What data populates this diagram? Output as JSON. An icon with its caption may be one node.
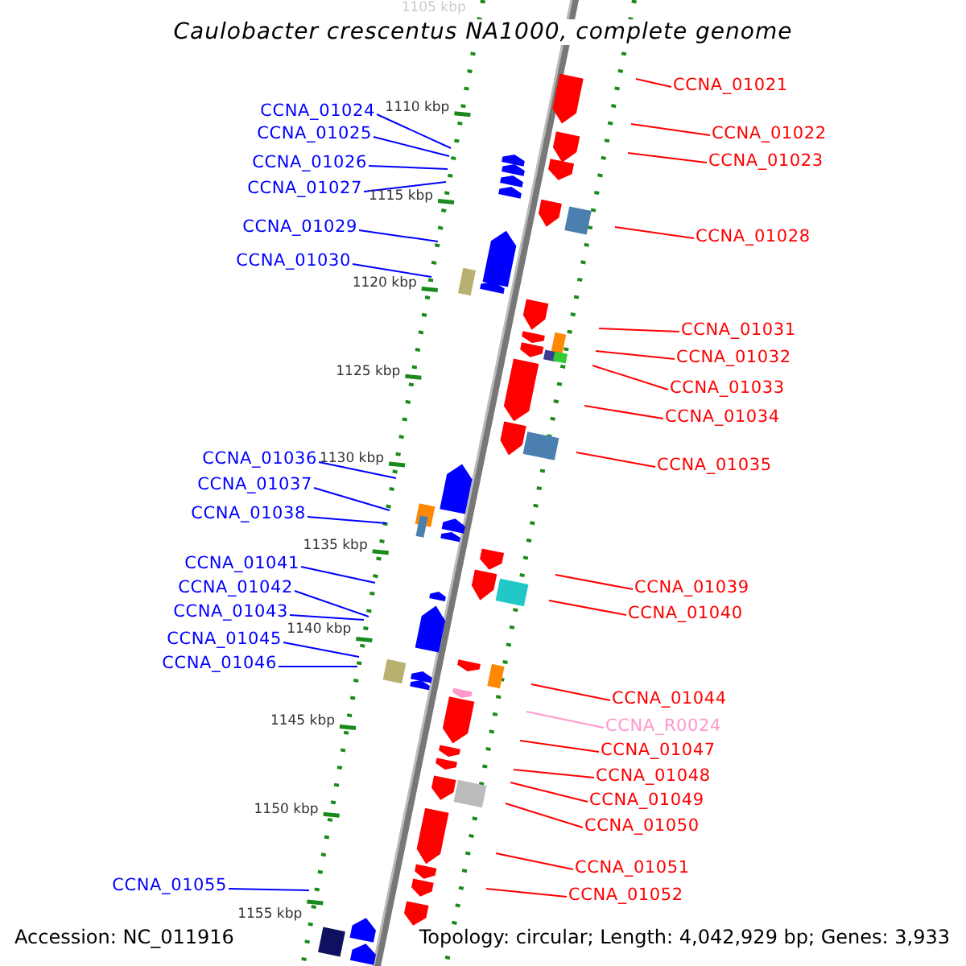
{
  "diagram": {
    "title": "Caulobacter crescentus NA1000, complete genome",
    "nodes": [
      {
        "text": [
          "CCNA_01024"
        ]
      },
      {
        "text": [
          "CCNA_01025"
        ]
      },
      {
        "text": [
          "CCNA_01026"
        ]
      },
      {
        "text": [
          "CCNA_01027"
        ]
      },
      {
        "text": [
          "CCNA_01029"
        ]
      },
      {
        "text": [
          "CCNA_01030"
        ]
      },
      {
        "text": [
          "CCNA_01036"
        ]
      },
      {
        "text": [
          "CCNA_01037"
        ]
      },
      {
        "text": [
          "CCNA_01038"
        ]
      },
      {
        "text": [
          "CCNA_01041"
        ]
      },
      {
        "text": [
          "CCNA_01042"
        ]
      },
      {
        "text": [
          "CCNA_01043"
        ]
      },
      {
        "text": [
          "CCNA_01045"
        ]
      },
      {
        "text": [
          "CCNA_01046"
        ]
      },
      {
        "text": [
          "CCNA_01055"
        ]
      },
      {
        "text": [
          "CCNA_01021"
        ]
      },
      {
        "text": [
          "CCNA_01022"
        ]
      },
      {
        "text": [
          "CCNA_01023"
        ]
      },
      {
        "text": [
          "CCNA_01028"
        ]
      },
      {
        "text": [
          "CCNA_01031"
        ]
      },
      {
        "text": [
          "CCNA_01032"
        ]
      },
      {
        "text": [
          "CCNA_01033"
        ]
      },
      {
        "text": [
          "CCNA_01034"
        ]
      },
      {
        "text": [
          "CCNA_01035"
        ]
      },
      {
        "text": [
          "CCNA_01039"
        ]
      },
      {
        "text": [
          "CCNA_01040"
        ]
      },
      {
        "text": [
          "CCNA_01044"
        ]
      },
      {
        "text": [
          "CCNA_R0024"
        ]
      },
      {
        "text": [
          "CCNA_01047"
        ]
      },
      {
        "text": [
          "CCNA_01048"
        ]
      },
      {
        "text": [
          "CCNA_01049"
        ]
      },
      {
        "text": [
          "CCNA_01050"
        ]
      },
      {
        "text": [
          "CCNA_01051"
        ]
      },
      {
        "text": [
          "CCNA_01052"
        ]
      }
    ],
    "edges": [
      {
        "from": 0,
        "to": null,
        "arrow": "none",
        "color": "#0000ff"
      },
      {
        "from": 1,
        "to": null,
        "arrow": "none",
        "color": "#0000ff"
      },
      {
        "from": 2,
        "to": null,
        "arrow": "none",
        "color": "#0000ff"
      },
      {
        "from": 3,
        "to": null,
        "arrow": "none",
        "color": "#0000ff"
      },
      {
        "from": 4,
        "to": null,
        "arrow": "none",
        "color": "#0000ff"
      },
      {
        "from": 5,
        "to": null,
        "arrow": "none",
        "color": "#0000ff"
      },
      {
        "from": 6,
        "to": null,
        "arrow": "none",
        "color": "#0000ff"
      },
      {
        "from": 7,
        "to": null,
        "arrow": "none",
        "color": "#0000ff"
      },
      {
        "from": 8,
        "to": null,
        "arrow": "none",
        "color": "#0000ff"
      },
      {
        "from": 9,
        "to": null,
        "arrow": "none",
        "color": "#0000ff"
      },
      {
        "from": 10,
        "to": null,
        "arrow": "none",
        "color": "#0000ff"
      },
      {
        "from": 11,
        "to": null,
        "arrow": "none",
        "color": "#0000ff"
      },
      {
        "from": 12,
        "to": null,
        "arrow": "none",
        "color": "#0000ff"
      },
      {
        "from": 13,
        "to": null,
        "arrow": "none",
        "color": "#0000ff"
      },
      {
        "from": 14,
        "to": null,
        "arrow": "none",
        "color": "#0000ff"
      },
      {
        "from": 15,
        "to": null,
        "arrow": "none"
      },
      {
        "from": 16,
        "to": null,
        "arrow": "none"
      },
      {
        "from": 17,
        "to": null,
        "arrow": "none"
      },
      {
        "from": 18,
        "to": null,
        "arrow": "none"
      },
      {
        "from": 19,
        "to": null,
        "arrow": "none"
      },
      {
        "from": 20,
        "to": null,
        "arrow": "none"
      },
      {
        "from": 21,
        "to": null,
        "arrow": "none"
      },
      {
        "from": 22,
        "to": null,
        "arrow": "none"
      },
      {
        "from": 23,
        "to": null,
        "arrow": "none"
      },
      {
        "from": 24,
        "to": null,
        "arrow": "none"
      },
      {
        "from": 25,
        "to": null,
        "arrow": "none"
      },
      {
        "from": 26,
        "to": null,
        "arrow": "none"
      },
      {
        "from": 27,
        "to": null,
        "arrow": "none",
        "color": "#ff99cc"
      },
      {
        "from": 28,
        "to": null,
        "arrow": "none"
      },
      {
        "from": 29,
        "to": null,
        "arrow": "none"
      },
      {
        "from": 30,
        "to": null,
        "arrow": "none"
      },
      {
        "from": 31,
        "to": null,
        "arrow": "none"
      },
      {
        "from": 32,
        "to": null,
        "arrow": "none"
      },
      {
        "from": 33,
        "to": null,
        "arrow": "none"
      }
    ],
    "labels": [
      "1105 kbp",
      "1110 kbp",
      "1115 kbp",
      "1120 kbp",
      "1125 kbp",
      "1130 kbp",
      "1135 kbp",
      "1140 kbp",
      "1145 kbp",
      "1150 kbp",
      "1155 kbp",
      "Accession: NC_011916",
      "Topology: circular; Length: 4,042,929 bp; Genes: 3,933"
    ]
  }
}
